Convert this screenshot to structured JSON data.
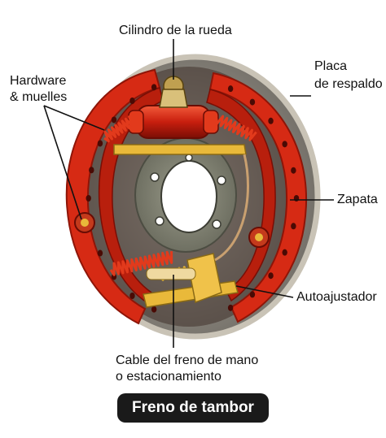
{
  "title": "Freno de tambor",
  "labels": {
    "wheel_cylinder": "Cilindro de la rueda",
    "hardware_line1": "Hardware",
    "hardware_line2": "& muelles",
    "backing_plate_line1": "Placa",
    "backing_plate_line2": "de respaldo",
    "shoe": "Zapata",
    "self_adjuster": "Autoajustador",
    "cable_line1": "Cable del freno de mano",
    "cable_line2": "o estacionamiento"
  },
  "colors": {
    "shoe_red": "#d62a14",
    "shoe_dark": "#8e1508",
    "backing_plate": "#8f8a82",
    "backing_rim": "#c9c3b6",
    "hub_gray": "#7d7e6e",
    "spring_red": "#e23a1c",
    "adjuster_yellow": "#e9b93a",
    "title_bg": "#1a1a1a"
  }
}
